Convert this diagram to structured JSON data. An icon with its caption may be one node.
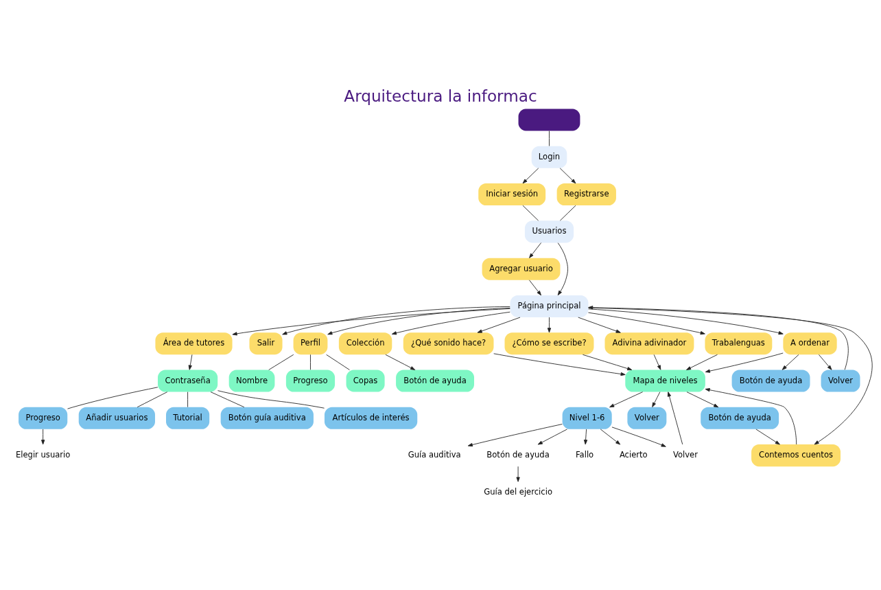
{
  "diagram": {
    "title": "Arquitectura la informac",
    "nodes": [
      {
        "text": [],
        "shape": "box"
      },
      {
        "text": [
          "Login"
        ]
      },
      {
        "text": [
          "Iniciar sesión"
        ]
      },
      {
        "text": [
          "Registrarse"
        ]
      },
      {
        "text": [
          "Usuarios"
        ]
      },
      {
        "text": [
          "Agregar usuario"
        ]
      },
      {
        "text": [
          "Área de tutores"
        ]
      },
      {
        "text": [
          "Contraseña"
        ]
      },
      {
        "text": [
          "Artículos de interés"
        ]
      },
      {
        "text": [
          "Progreso"
        ]
      },
      {
        "text": [
          "Elegir usuario"
        ]
      },
      {
        "text": [
          "Añadir usuarios"
        ]
      },
      {
        "text": [
          "Tutorial"
        ]
      },
      {
        "text": [
          "Botón guía auditiva"
        ]
      },
      {
        "text": [
          "Página principal"
        ]
      },
      {
        "text": [
          "Salir"
        ]
      },
      {
        "text": [
          "Perfil"
        ]
      },
      {
        "text": [
          "Nombre"
        ]
      },
      {
        "text": [
          "Progreso"
        ]
      },
      {
        "text": [
          "Copas"
        ]
      },
      {
        "text": [
          "Colección"
        ]
      },
      {
        "text": [
          "Botón de ayuda"
        ]
      },
      {
        "text": [
          "A ordenar"
        ]
      },
      {
        "text": [
          "¿Qué sonido hace?"
        ]
      },
      {
        "text": [
          "¿Cómo se escribe?"
        ]
      },
      {
        "text": [
          "Adivina adivinador"
        ]
      },
      {
        "text": [
          "Trabalenguas"
        ]
      },
      {
        "text": [
          "Contemos cuentos"
        ]
      },
      {
        "text": [
          "Botón de ayuda"
        ]
      },
      {
        "text": [
          "Volver"
        ]
      },
      {
        "text": [
          "Mapa de niveles"
        ]
      },
      {
        "text": [
          "Botón de ayuda"
        ]
      },
      {
        "text": [
          "Volver"
        ]
      },
      {
        "text": [
          "Nivel 1-6"
        ]
      },
      {
        "text": [
          "Fallo"
        ]
      },
      {
        "text": [
          "Acierto"
        ]
      },
      {
        "text": [
          "Volver"
        ]
      },
      {
        "text": [
          "Guía auditiva"
        ]
      },
      {
        "text": [
          "Botón de ayuda"
        ]
      },
      {
        "text": [
          "Guía del ejercicio"
        ]
      }
    ],
    "edges": [
      {
        "from": 0,
        "to": 1,
        "arrow": "none"
      },
      {
        "from": 1,
        "to": 2,
        "arrow": "to"
      },
      {
        "from": 1,
        "to": 3,
        "arrow": "to"
      },
      {
        "from": 2,
        "to": 4,
        "arrow": "none"
      },
      {
        "from": 3,
        "to": 4,
        "arrow": "none"
      },
      {
        "from": 4,
        "to": 5,
        "arrow": "to"
      },
      {
        "from": 5,
        "to": 14,
        "arrow": "to"
      },
      {
        "from": 4,
        "to": 14,
        "arrow": "to"
      },
      {
        "from": 14,
        "to": 6,
        "arrow": "to"
      },
      {
        "from": 6,
        "to": 7,
        "arrow": "to"
      },
      {
        "from": 7,
        "to": 8,
        "arrow": "none"
      },
      {
        "from": 7,
        "to": 9,
        "arrow": "none"
      },
      {
        "from": 7,
        "to": 11,
        "arrow": "none"
      },
      {
        "from": 7,
        "to": 12,
        "arrow": "none"
      },
      {
        "from": 7,
        "to": 13,
        "arrow": "none"
      },
      {
        "from": 9,
        "to": 10,
        "arrow": "to"
      },
      {
        "from": 14,
        "to": 15,
        "arrow": "to"
      },
      {
        "from": 14,
        "to": 16,
        "arrow": "to"
      },
      {
        "from": 16,
        "to": 17,
        "arrow": "none"
      },
      {
        "from": 16,
        "to": 18,
        "arrow": "none"
      },
      {
        "from": 16,
        "to": 19,
        "arrow": "none"
      },
      {
        "from": 14,
        "to": 20,
        "arrow": "to"
      },
      {
        "from": 20,
        "to": 21,
        "arrow": "to"
      },
      {
        "from": 14,
        "to": 22,
        "arrow": "to"
      },
      {
        "from": 14,
        "to": 23,
        "arrow": "to"
      },
      {
        "from": 14,
        "to": 24,
        "arrow": "to"
      },
      {
        "from": 14,
        "to": 25,
        "arrow": "to"
      },
      {
        "from": 14,
        "to": 26,
        "arrow": "to"
      },
      {
        "from": 14,
        "to": 27,
        "arrow": "to"
      },
      {
        "from": 22,
        "to": 28,
        "arrow": "to"
      },
      {
        "from": 22,
        "to": 29,
        "arrow": "to"
      },
      {
        "from": 29,
        "to": 14,
        "arrow": "to"
      },
      {
        "from": 22,
        "to": 30,
        "arrow": "to"
      },
      {
        "from": 23,
        "to": 30,
        "arrow": "to"
      },
      {
        "from": 24,
        "to": 30,
        "arrow": "to"
      },
      {
        "from": 25,
        "to": 30,
        "arrow": "to"
      },
      {
        "from": 26,
        "to": 30,
        "arrow": "to"
      },
      {
        "from": 27,
        "to": 30,
        "arrow": "to"
      },
      {
        "from": 30,
        "to": 31,
        "arrow": "to"
      },
      {
        "from": 30,
        "to": 32,
        "arrow": "to"
      },
      {
        "from": 31,
        "to": 27,
        "arrow": "to"
      },
      {
        "from": 30,
        "to": 33,
        "arrow": "to"
      },
      {
        "from": 33,
        "to": 34,
        "arrow": "to"
      },
      {
        "from": 33,
        "to": 35,
        "arrow": "to"
      },
      {
        "from": 33,
        "to": 36,
        "arrow": "to"
      },
      {
        "from": 33,
        "to": 37,
        "arrow": "to"
      },
      {
        "from": 33,
        "to": 38,
        "arrow": "to"
      },
      {
        "from": 36,
        "to": 30,
        "arrow": "to"
      },
      {
        "from": 38,
        "to": 39,
        "arrow": "to"
      }
    ]
  }
}
